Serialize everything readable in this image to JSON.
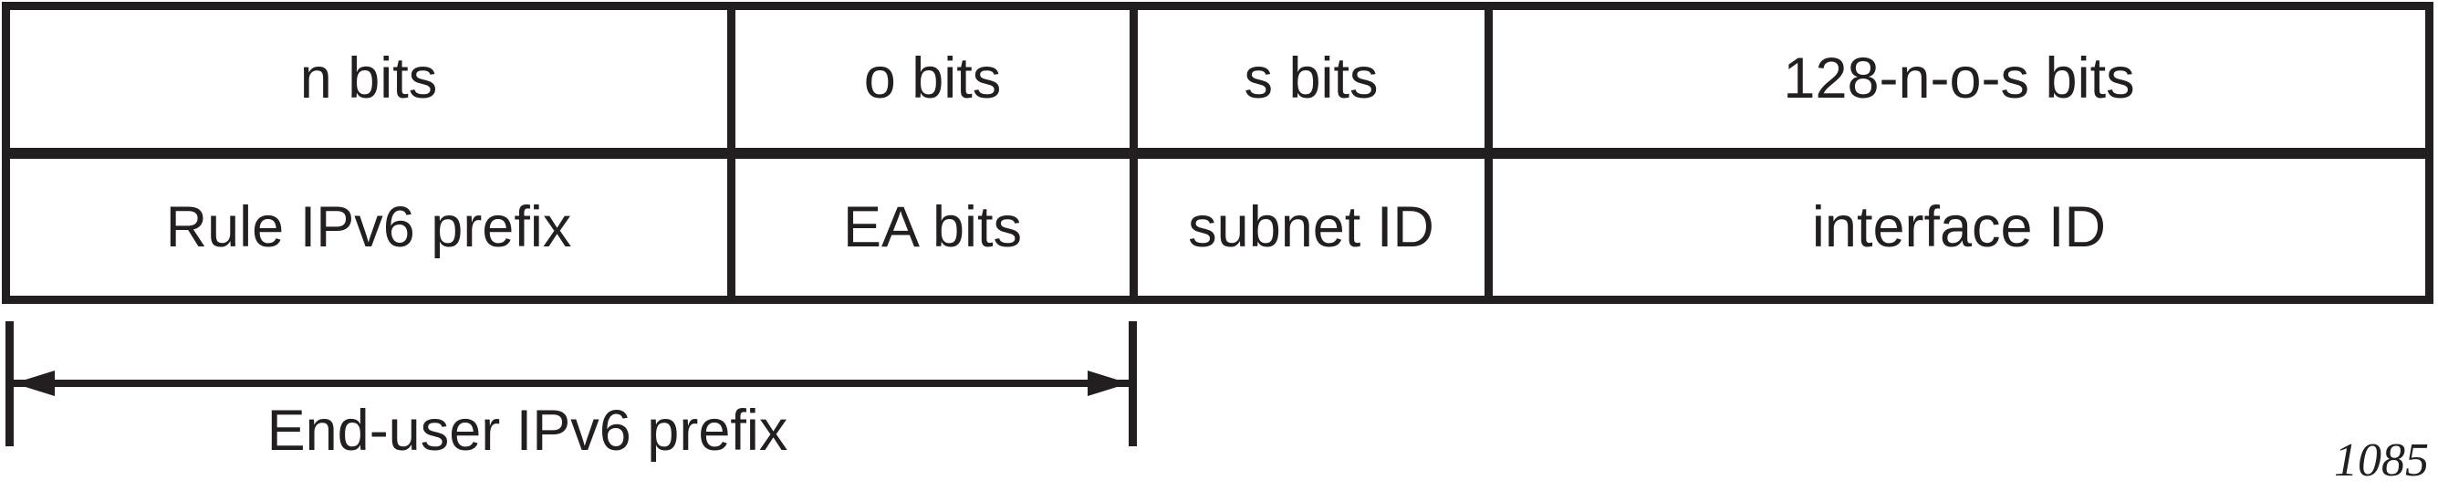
{
  "colors": {
    "ink": "#231f20",
    "background": "#ffffff"
  },
  "table": {
    "columns": [
      {
        "bits_label": "n bits",
        "field_label": "Rule IPv6 prefix"
      },
      {
        "bits_label": "o bits",
        "field_label": "EA bits"
      },
      {
        "bits_label": "s bits",
        "field_label": "subnet ID"
      },
      {
        "bits_label": "128-n-o-s bits",
        "field_label": "interface ID"
      }
    ]
  },
  "annotation": {
    "label": "End-user IPv6 prefix"
  },
  "figure_number": "1085"
}
